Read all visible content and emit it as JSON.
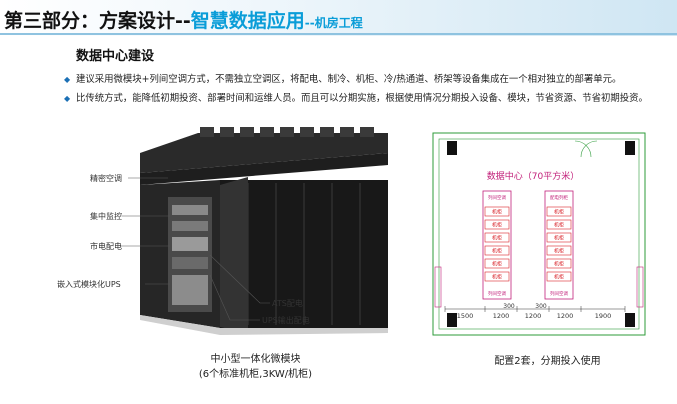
{
  "header": {
    "title_part1": "第三部分：方案设计--",
    "title_part2": "智慧数据应用",
    "title_part3": "--机房工程"
  },
  "section_title": "数据中心建设",
  "bullets": [
    "建议采用微模块+列间空调方式，不需独立空调区，将配电、制冷、机柜、冷/热通道、桥架等设备集成在一个相对独立的部署单元。",
    "比传统方式，能降低初期投资、部署时间和运维人员。而且可以分期实施，根据使用情况分期投入设备、模块，节省资源、节省初期投资。"
  ],
  "left_figure": {
    "callouts": {
      "precision_ac": "精密空调",
      "central_monitor": "集中监控",
      "mains_power": "市电配电",
      "embedded_ups": "嵌入式模块化UPS",
      "ats_power": "ATS配电",
      "ups_output": "UPS输出配电"
    },
    "caption_line1": "中小型一体化微模块",
    "caption_line2": "(6个标准机柜,3KW/机柜)"
  },
  "right_figure": {
    "room_title": "数据中心（70平方米）",
    "top_labels": [
      "列间空调",
      "配电列柜"
    ],
    "rack_label_left": "机柜",
    "rack_label_right": "机柜",
    "ac_label_left": "列间空调",
    "ac_label_right": "列间空调",
    "rack_count_per_row": 6,
    "dim_top": [
      "300",
      "300"
    ],
    "dims_bottom": [
      "1500",
      "1200",
      "1200",
      "1200",
      "1900"
    ],
    "caption": "配置2套，分期投入使用"
  },
  "colors": {
    "accent_blue": "#0a9dd8",
    "rack_red": "#d9232a",
    "plan_green": "#2e9b3a",
    "plan_magenta": "#c2207a"
  }
}
